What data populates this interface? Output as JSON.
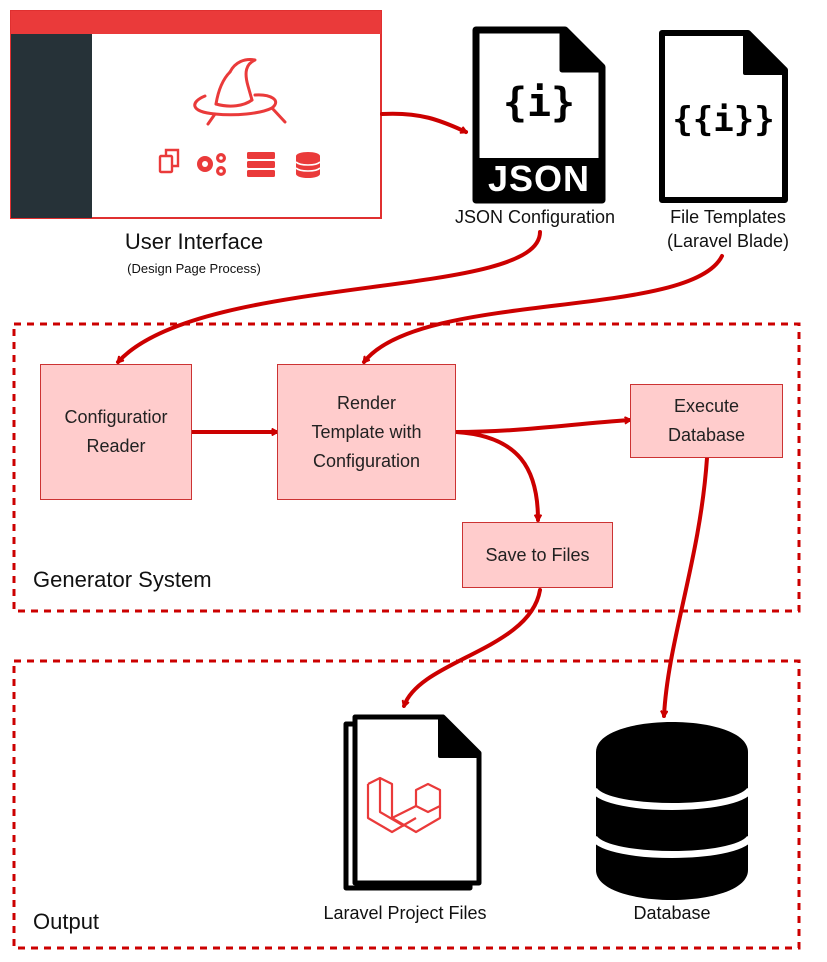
{
  "ui": {
    "title": "User Interface",
    "subtitle": "(Design Page Process)",
    "icons": [
      "copy-icon",
      "gears-icon",
      "server-icon",
      "database-icon"
    ]
  },
  "json_config": {
    "badge": "JSON",
    "braces": "{i}",
    "label": "JSON Configuration"
  },
  "file_templates": {
    "braces": "{{i}}",
    "label_line1": "File Templates",
    "label_line2": "(Laravel Blade)"
  },
  "generator": {
    "title": "Generator System",
    "config_reader": "Configuratior\nReader",
    "render": "Render\nTemplate with\nConfiguration",
    "execute": "Execute\nDatabase",
    "save": "Save to Files"
  },
  "output": {
    "title": "Output",
    "laravel_label": "Laravel Project Files",
    "database_label": "Database"
  },
  "colors": {
    "accent": "#cc0000",
    "box_fill": "#ffcccc",
    "box_border": "#cc3333",
    "ui_red": "#ea3a3a",
    "ui_dark": "#263238"
  }
}
